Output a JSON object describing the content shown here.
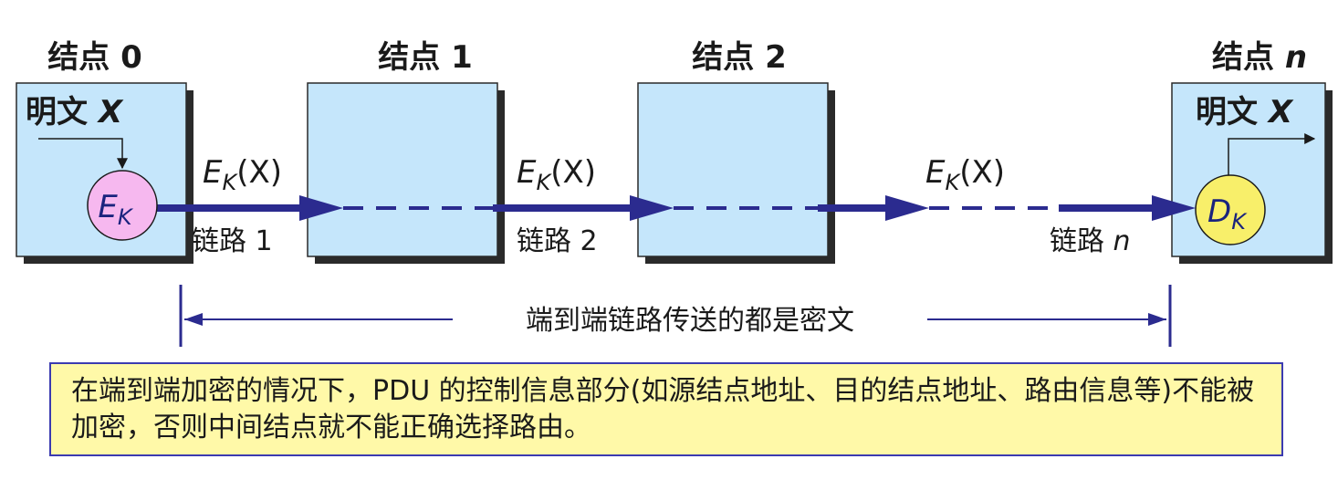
{
  "nodes": [
    {
      "title": "结点 0"
    },
    {
      "title": "结点 1"
    },
    {
      "title": "结点 2"
    },
    {
      "title_prefix": "结点 ",
      "title_var": "n"
    }
  ],
  "plaintext": {
    "prefix": "明文 ",
    "var": "X"
  },
  "encrypt": {
    "letter": "E",
    "sub": "K"
  },
  "decrypt": {
    "letter": "D",
    "sub": "K"
  },
  "ciphertext": {
    "letter": "E",
    "sub": "K",
    "rest": "(X)"
  },
  "links": [
    {
      "label": "链路 1"
    },
    {
      "label": "链路 2"
    },
    {
      "label_prefix": "链路 ",
      "label_var": "n"
    }
  ],
  "span_label": "端到端链路传送的都是密文",
  "note_text": "在端到端加密的情况下，PDU 的控制信息部分(如源结点地址、目的结点地址、路由信息等)不能被加密，否则中间结点就不能正确选择路由。",
  "colors": {
    "box_fill": "#c5e6fb",
    "box_shadow": "#2a2a2a",
    "arrow": "#2b2b8f",
    "encrypt_fill": "#f6b8ef",
    "decrypt_fill": "#f8ef6a",
    "note_fill": "#fff9a8"
  }
}
